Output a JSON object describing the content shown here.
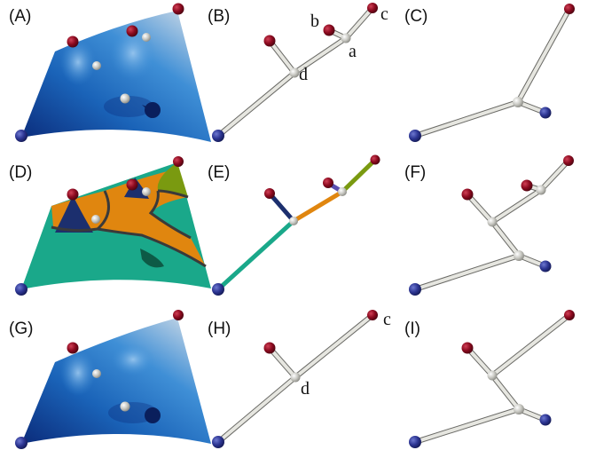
{
  "figure": {
    "panels": [
      {
        "label": "(A)",
        "kind": "surface",
        "coloring": "blue"
      },
      {
        "label": "(B)",
        "kind": "tree",
        "variant": "full",
        "node_labels": {
          "b": "b",
          "c": "c",
          "a": "a",
          "d": "d"
        }
      },
      {
        "label": "(C)",
        "kind": "tree",
        "variant": "simple"
      },
      {
        "label": "(D)",
        "kind": "surface",
        "coloring": "segmented"
      },
      {
        "label": "(E)",
        "kind": "tree",
        "variant": "colored"
      },
      {
        "label": "(F)",
        "kind": "tree",
        "variant": "double-branch"
      },
      {
        "label": "(G)",
        "kind": "surface",
        "coloring": "blue-smoothed"
      },
      {
        "label": "(H)",
        "kind": "tree",
        "variant": "reduced",
        "node_labels": {
          "c": "c",
          "d": "d"
        }
      },
      {
        "label": "(I)",
        "kind": "tree",
        "variant": "double-branch"
      }
    ],
    "colors": {
      "maximum": "#8b0a1f",
      "minimum": "#2c3592",
      "saddle": "#c8c8c2",
      "arc": "#e6e6e0",
      "segment_orange": "#e0860f",
      "segment_green": "#7a9a10",
      "segment_teal": "#1aa88a",
      "segment_navy": "#1c2f6e",
      "surface_dark": "#0b2b7a",
      "surface_light": "#eef3f8"
    }
  }
}
